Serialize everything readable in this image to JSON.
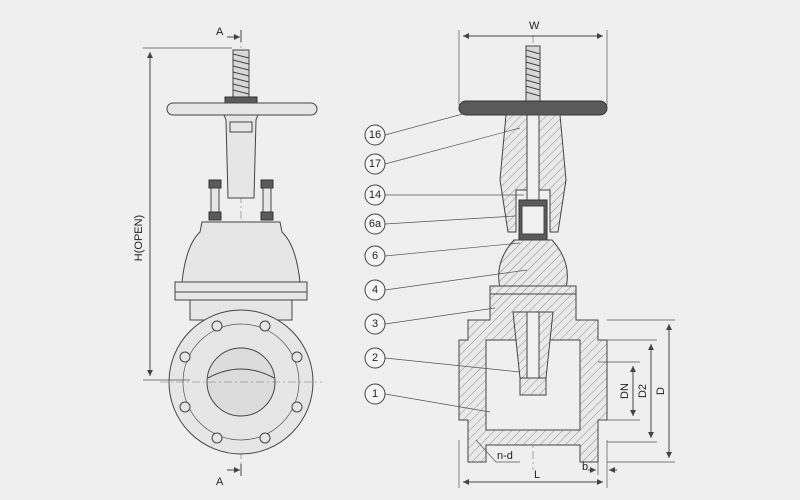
{
  "section_marks": {
    "top": "A",
    "bottom": "A"
  },
  "dimensions": {
    "height_open": "H(OPEN)",
    "width": "W",
    "nominal_diameter": "DN",
    "raised_face_diameter": "D2",
    "flange_diameter": "D",
    "length": "L",
    "flange_thickness": "b",
    "bolt_holes": "n-d"
  },
  "callouts": [
    "16",
    "17",
    "14",
    "6a",
    "6",
    "4",
    "3",
    "2",
    "1"
  ],
  "colors": {
    "background": "#efefef",
    "line": "#444444",
    "fill": "#e6e6e6"
  }
}
